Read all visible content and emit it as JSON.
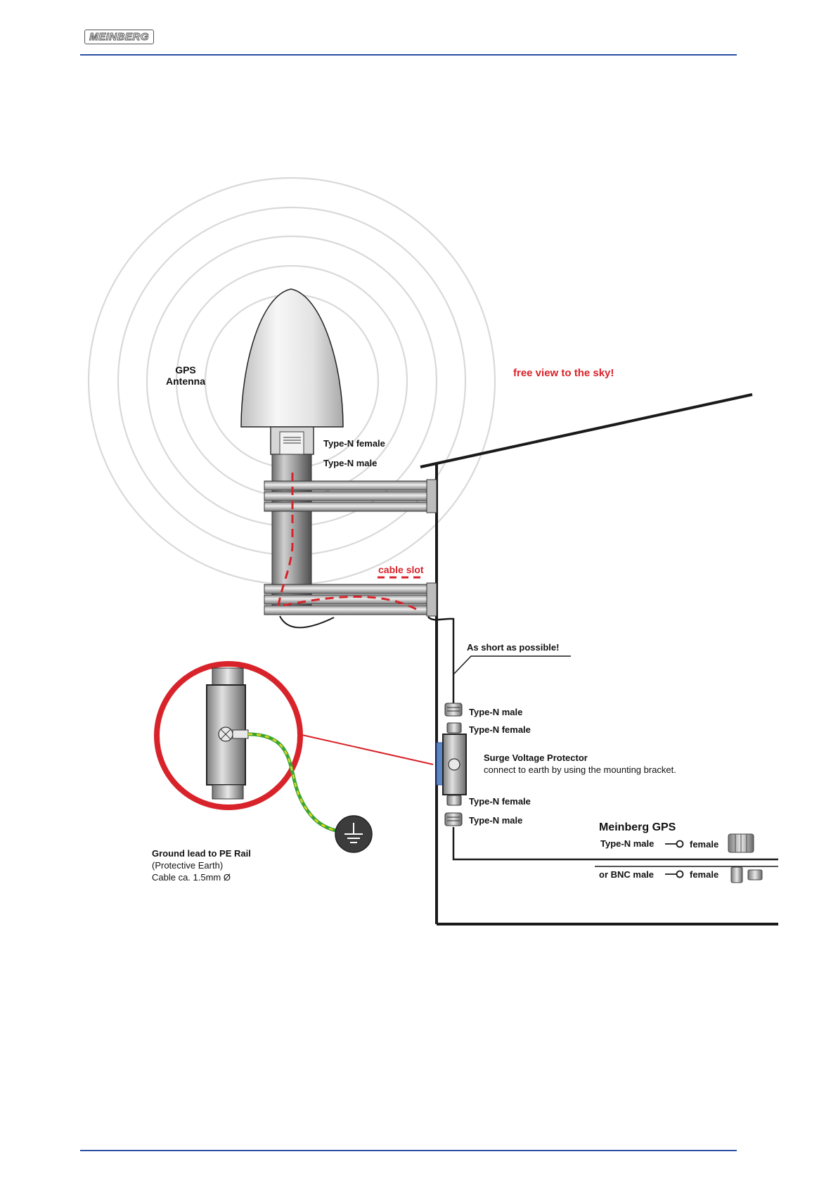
{
  "header": {
    "logo_text": "MEINBERG"
  },
  "diagram": {
    "antenna_label_line1": "GPS",
    "antenna_label_line2": "Antenna",
    "sky_note": "free view to the sky!",
    "antenna_conn_female": "Type-N female",
    "antenna_conn_male": "Type-N male",
    "cable_slot": "cable slot",
    "short_note": "As short as possible!",
    "protector_in_male": "Type-N male",
    "protector_in_female": "Type-N female",
    "protector_title": "Surge Voltage Protector",
    "protector_desc": "connect to earth by using the mounting bracket.",
    "protector_out_female": "Type-N female",
    "protector_out_male": "Type-N male",
    "receiver_title": "Meinberg GPS",
    "receiver_type_n_male": "Type-N male",
    "receiver_female_1": "female",
    "receiver_bnc_male": "or BNC male",
    "receiver_female_2": "female",
    "ground_title": "Ground lead to PE Rail",
    "ground_line2": "(Protective Earth)",
    "ground_line3": "Cable ca. 1.5mm Ø",
    "colors": {
      "accent_red": "#d8232a",
      "rule_blue": "#2c4fa3",
      "earth_green": "#3aa535",
      "earth_yellow": "#e6d51e"
    }
  }
}
